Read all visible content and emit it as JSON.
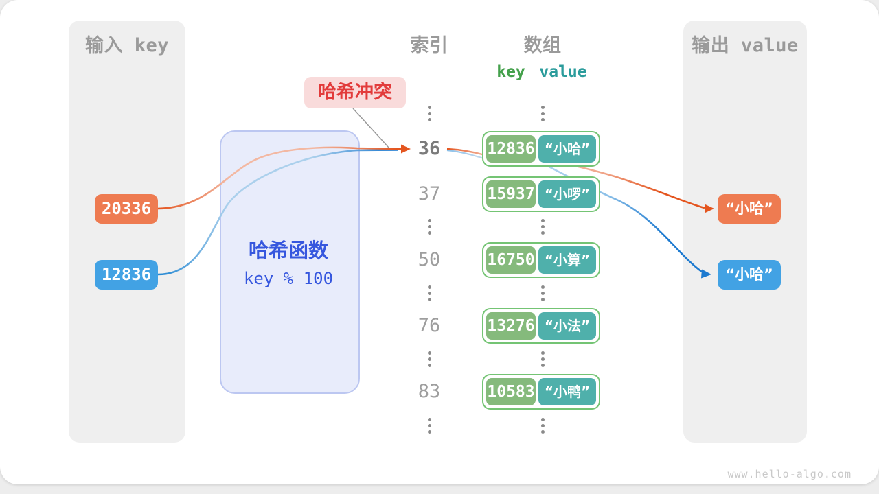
{
  "input": {
    "title": "输入 key",
    "keys": [
      {
        "value": "20336",
        "color": "#ee7b51"
      },
      {
        "value": "12836",
        "color": "#42a2e4"
      }
    ]
  },
  "hash": {
    "title": "哈希函数",
    "formula": "key % 100"
  },
  "collision": {
    "label": "哈希冲突"
  },
  "index": {
    "title": "索引",
    "values": [
      "36",
      "37",
      "50",
      "76",
      "83"
    ]
  },
  "array": {
    "title": "数组",
    "key_header": "key",
    "value_header": "value",
    "pairs": [
      {
        "key": "12836",
        "value": "“小哈”"
      },
      {
        "key": "15937",
        "value": "“小啰”"
      },
      {
        "key": "16750",
        "value": "“小算”"
      },
      {
        "key": "13276",
        "value": "“小法”"
      },
      {
        "key": "10583",
        "value": "“小鸭”"
      }
    ]
  },
  "output": {
    "title": "输出 value",
    "values": [
      {
        "text": "“小哈”",
        "color": "#ee7b51"
      },
      {
        "text": "“小哈”",
        "color": "#42a2e4"
      }
    ]
  },
  "colors": {
    "orange_line": "#e4551f",
    "orange_light": "#f3b8a2",
    "blue_line": "#1d7ad0",
    "blue_light": "#abd0ec",
    "array_border": "#1d7cd4",
    "pair_border": "#74c474",
    "key_green": "#85ba7c",
    "value_teal": "#4fb0ab",
    "hash_text": "#3657de",
    "collision_red": "#e23b3b"
  },
  "watermark": "www.hello-algo.com"
}
